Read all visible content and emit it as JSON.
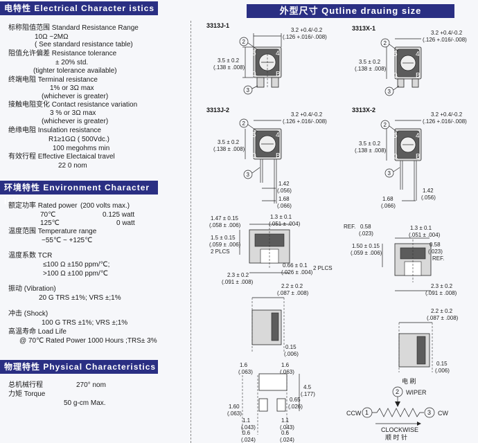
{
  "colors": {
    "header_bg": "#2a2f83",
    "header_text": "#ffffff",
    "page_bg": "#f6f7fa"
  },
  "sections": {
    "electrical": "电特性 Electrical Character istics",
    "environment": "环境特性 Environment Character istics",
    "physical": "物理特性 Physical Characteristics",
    "outline": "外型尺寸 Qutline drauing size"
  },
  "electrical": {
    "l1": "标称阻值范围 Standard Resistance Range",
    "l2": "10Ω ~2MΩ",
    "l3": "( See standard resistance table)",
    "l4": "阻值允许偏差 Resistance tolerance",
    "l5": "± 20% std.",
    "l6": "(tighter tolerance available)",
    "l7": "终端电阻 Terminal resistance",
    "l8": "1% or 3Ω max",
    "l9": "(whichever is greater)",
    "l10": "接触电阻变化 Contact resistance variation",
    "l11": "3 % or 3Ω max",
    "l12": "(whichever is greater)",
    "l13": "绝缘电阻 Insulation resistance",
    "l14": "R1≥1GΩ ( 500Vdc.)",
    "l15": "100 megohms min",
    "l16": "有效行程 Effective Electaical travel",
    "l17": "22 0 nom"
  },
  "environment": {
    "power": "额定功率 Rated power",
    "power_note": "(200 volts max.)",
    "t70": "70℃",
    "w70": "0.125 watt",
    "t125": "125℃",
    "w125": "0 watt",
    "temp": "温度范围 Temperature range",
    "temp_val": "−55℃ ~ +125℃",
    "tcr": "温度系数 TCR",
    "tcr1": "≤100 Ω ±150 ppm/℃;",
    "tcr2": ">100 Ω ±100 ppm/℃",
    "vib": "振动 (Vibration)",
    "vib_val": "20 G TRS ±1%; VRS ±;1%",
    "shock": "冲击 (Shock)",
    "shock_val": "100 G TRS ±1%; VRS ±;1%",
    "load": "高温寿命 Load Life",
    "load_val": "@ 70℃ Rated Power 1000 Hours ;TRS± 3%"
  },
  "physical": {
    "rot": "总机械行程",
    "rot_val": "270° nom",
    "torque": "力矩 Torque",
    "torque_val": "50 g-cm Max."
  },
  "drawings": {
    "p1": "3313J-1",
    "p2": "3313X-1",
    "p3": "3313J-2",
    "p4": "3313X-2",
    "d_w1": "3.2 +0.4/-0.2",
    "d_w2": "(.126 +.016/-.008)",
    "d_h1": "3.5 ± 0.2",
    "d_h2": "(.138 ± .008)",
    "d_a1": "1.42",
    "d_a2": "(.056)",
    "d_b1": "1.68",
    "d_b2": "(.066)",
    "d_c1": "1.47 ± 0.15",
    "d_c2": "(.058 ± .006)",
    "d_d1": "1.3 ± 0.1",
    "d_d2": "(.051 ± .004)",
    "d_e1": "1.5 ± 0.15",
    "d_e2": "(.059 ± .006)",
    "plcs": "2 PLCS",
    "d_f1": "0.66 ± 0.1",
    "d_f2": "(.026 ± .004)",
    "plcs2": "2 PLCS",
    "d_g1": "2.3 ± 0.2",
    "d_g2": "(.091 ± .008)",
    "d_i1": "2.2 ± 0.2",
    "d_i2": "(.087 ± .008)",
    "d_j1": "0.15",
    "d_j2": "(.006)",
    "ref": "REF.",
    "d_k1": "0.58",
    "d_k2": "(.023)",
    "d_l1": "1.50 ± 0.15",
    "d_l2": "(.059 ± .006)",
    "pad1": "1.6",
    "pad2": "(.063)",
    "pad3": "1.6",
    "pad4": "(.063)",
    "pad5": "4.5",
    "pad6": "(.177)",
    "pad7": "1.60",
    "pad8": "(.063)",
    "pad9": "0.65",
    "pad10": "(.026)",
    "pad11": "1.1",
    "pad12": "(.043)",
    "pad13": "1.1",
    "pad14": "(.043)",
    "pad15": "0.6",
    "pad16": "(.024)",
    "pad17": "0.6",
    "pad18": "(.024)",
    "n1": "1",
    "n2": "2",
    "n3": "3",
    "mk5": "5",
    "mk4": "4",
    "mk0": "0",
    "mkB": "B",
    "wiper_cn": "电 刷",
    "wiper": "WIPER",
    "ccw": "CCW",
    "cw": "CW",
    "clockwise": "CLOCKWISE",
    "clockwise_cn": "顺 时 针"
  }
}
